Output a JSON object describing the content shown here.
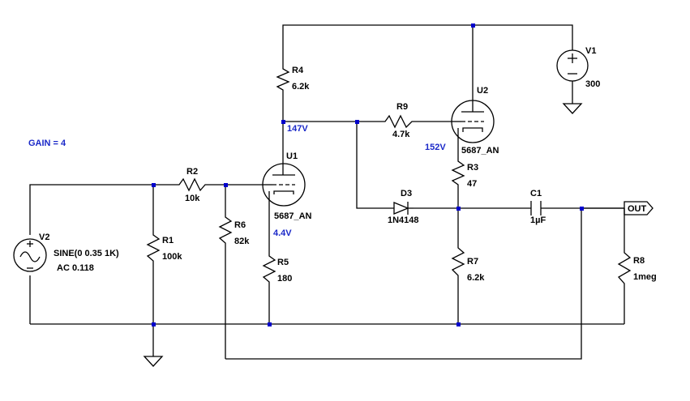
{
  "annotation": {
    "gain": "GAIN = 4"
  },
  "v1": {
    "ref": "V1",
    "value": "300"
  },
  "v2": {
    "ref": "V2",
    "line1": "SINE(0 0.35 1K)",
    "line2": "AC 0.118"
  },
  "r1": {
    "ref": "R1",
    "value": "100k"
  },
  "r2": {
    "ref": "R2",
    "value": "10k"
  },
  "r3": {
    "ref": "R3",
    "value": "47"
  },
  "r4": {
    "ref": "R4",
    "value": "6.2k"
  },
  "r5": {
    "ref": "R5",
    "value": "180"
  },
  "r6": {
    "ref": "R6",
    "value": "82k"
  },
  "r7": {
    "ref": "R7",
    "value": "6.2k"
  },
  "r8": {
    "ref": "R8",
    "value": "1meg"
  },
  "r9": {
    "ref": "R9",
    "value": "4.7k"
  },
  "c1": {
    "ref": "C1",
    "value": "1µF"
  },
  "d3": {
    "ref": "D3",
    "value": "1N4148"
  },
  "u1": {
    "ref": "U1",
    "value": "5687_AN"
  },
  "u2": {
    "ref": "U2",
    "value": "5687_AN"
  },
  "voltages": {
    "plate_u1": "147V",
    "cathode_u1": "4.4V",
    "cathode_u2": "152V"
  },
  "port": {
    "out": "OUT"
  },
  "colors": {
    "wire": "#000000",
    "junction": "#0000cc",
    "voltage_label": "#1a28c8"
  }
}
